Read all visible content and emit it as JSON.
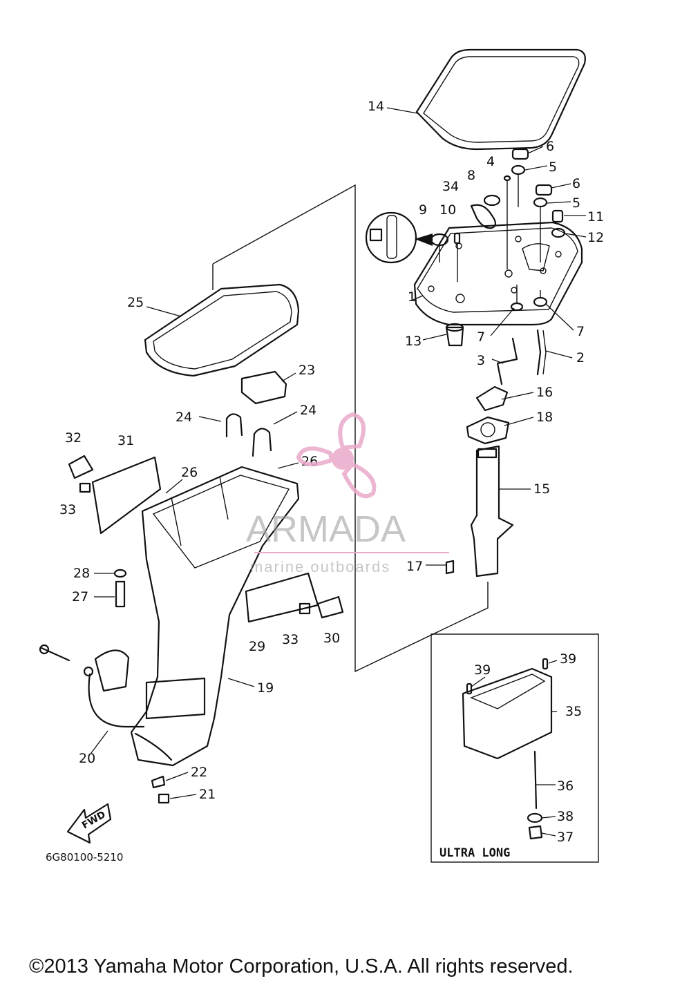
{
  "diagram_code": "6G80100-5210",
  "copyright": "©2013 Yamaha Motor Corporation, U.S.A. All rights reserved.",
  "variant_label": "ULTRA LONG",
  "direction_label": "FWD",
  "watermark": {
    "brand": "ARMADA",
    "tagline": "marine outboards",
    "color": "#e9a9c9"
  },
  "callouts": [
    "1",
    "2",
    "3",
    "4",
    "5",
    "5",
    "6",
    "6",
    "7",
    "7",
    "8",
    "9",
    "10",
    "11",
    "12",
    "13",
    "14",
    "15",
    "16",
    "17",
    "18",
    "19",
    "20",
    "21",
    "22",
    "23",
    "24",
    "24",
    "25",
    "26",
    "26",
    "27",
    "28",
    "29",
    "30",
    "31",
    "32",
    "33",
    "33",
    "34",
    "35",
    "36",
    "37",
    "38",
    "39",
    "39"
  ]
}
